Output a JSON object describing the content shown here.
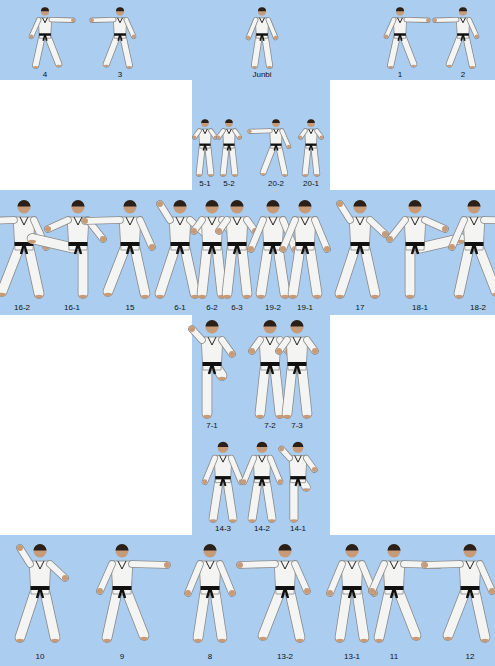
{
  "diagram": {
    "labels": [
      "4",
      "3",
      "Junbi",
      "1",
      "2",
      "5-1",
      "5-2",
      "20-2",
      "20-1",
      "16-2",
      "16-1",
      "15",
      "6-1",
      "6-2",
      "6-3",
      "19-2",
      "19-1",
      "17",
      "18-1",
      "18-2",
      "7-1",
      "7-2",
      "7-3",
      "14-3",
      "14-2",
      "14-1",
      "10",
      "9",
      "8",
      "13-2",
      "13-1",
      "11",
      "12"
    ]
  }
}
